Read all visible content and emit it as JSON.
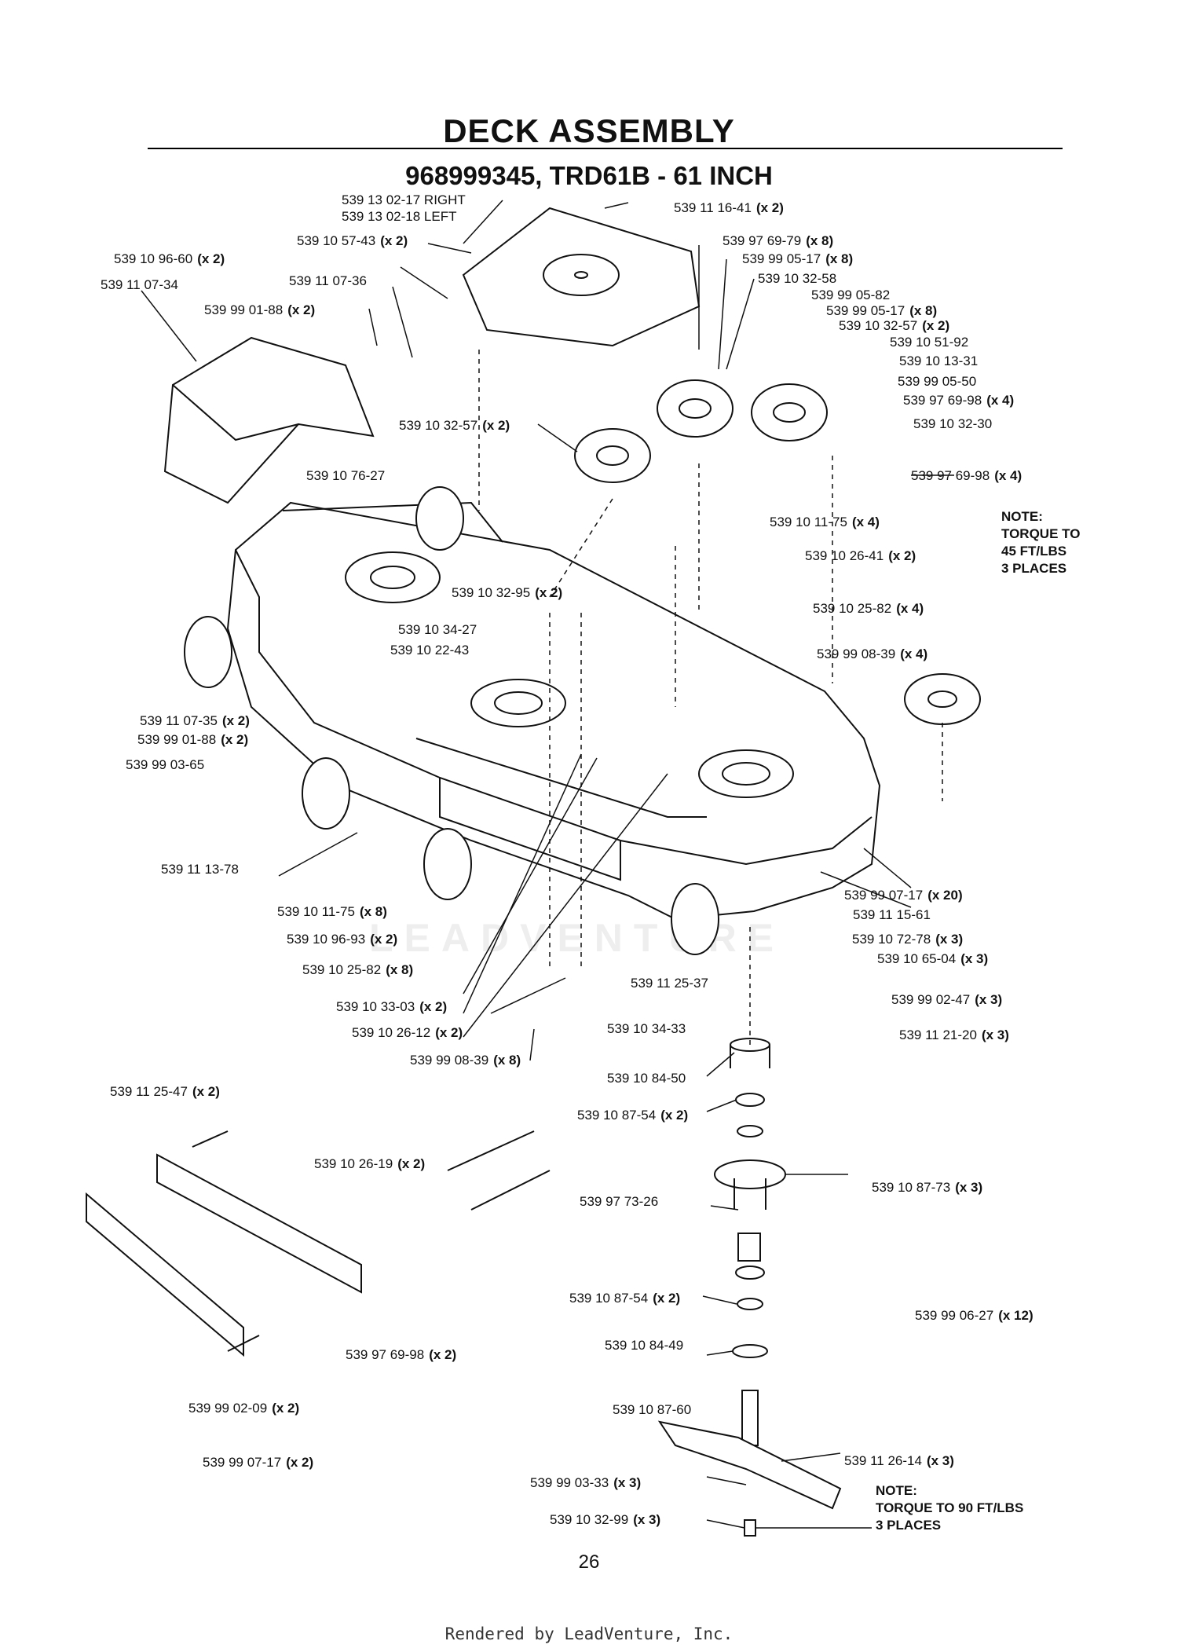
{
  "title": "DECK ASSEMBLY",
  "subtitle": "968999345, TRD61B - 61 INCH",
  "page_number": "26",
  "footer": "Rendered by LeadVenture, Inc.",
  "watermark": "LEADVENTURE",
  "notes": [
    {
      "lines": [
        "NOTE:",
        "TORQUE TO",
        "45 FT/LBS",
        "3 PLACES"
      ]
    },
    {
      "lines": [
        "NOTE:",
        "TORQUE TO 90 FT/LBS",
        "3 PLACES"
      ]
    }
  ],
  "callouts": [
    {
      "part": "539 13 02-17 RIGHT",
      "qty": ""
    },
    {
      "part": "539 13 02-18 LEFT",
      "qty": ""
    },
    {
      "part": "539 11 16-41",
      "qty": "(x 2)"
    },
    {
      "part": "539 10 57-43",
      "qty": "(x 2)"
    },
    {
      "part": "539 97 69-79",
      "qty": "(x 8)"
    },
    {
      "part": "539 10 96-60",
      "qty": "(x 2)"
    },
    {
      "part": "539 99 05-17",
      "qty": "(x 8)"
    },
    {
      "part": "539 11 07-34",
      "qty": ""
    },
    {
      "part": "539 11 07-36",
      "qty": ""
    },
    {
      "part": "539 10 32-58",
      "qty": ""
    },
    {
      "part": "539 99 05-82",
      "qty": ""
    },
    {
      "part": "539 99 01-88",
      "qty": "(x 2)"
    },
    {
      "part": "539 99 05-17",
      "qty": "(x 8)"
    },
    {
      "part": "539 10 32-57",
      "qty": "(x 2)"
    },
    {
      "part": "539 10 51-92",
      "qty": ""
    },
    {
      "part": "539 10 13-31",
      "qty": ""
    },
    {
      "part": "539 99 05-50",
      "qty": ""
    },
    {
      "part": "539 97 69-98",
      "qty": "(x 4)"
    },
    {
      "part": "539 10 32-57",
      "qty": "(x 2)"
    },
    {
      "part": "539 10 32-30",
      "qty": ""
    },
    {
      "part": "539 97 69-98",
      "qty": "(x 4)"
    },
    {
      "part": "539 10 76-27",
      "qty": ""
    },
    {
      "part": "539 10 11-75",
      "qty": "(x 4)"
    },
    {
      "part": "539 10 26-41",
      "qty": "(x 2)"
    },
    {
      "part": "539 10 32-95",
      "qty": "(x 2)"
    },
    {
      "part": "539 10 25-82",
      "qty": "(x 4)"
    },
    {
      "part": "539 10 34-27",
      "qty": ""
    },
    {
      "part": "539 10 22-43",
      "qty": ""
    },
    {
      "part": "539 99 08-39",
      "qty": "(x 4)"
    },
    {
      "part": "539 11 07-35",
      "qty": "(x 2)"
    },
    {
      "part": "539 99 01-88",
      "qty": "(x 2)"
    },
    {
      "part": "539 99 03-65",
      "qty": ""
    },
    {
      "part": "539 11 13-78",
      "qty": ""
    },
    {
      "part": "539 99 07-17",
      "qty": "(x 20)"
    },
    {
      "part": "539 10 11-75",
      "qty": "(x 8)"
    },
    {
      "part": "539 11 15-61",
      "qty": ""
    },
    {
      "part": "539 10 96-93",
      "qty": "(x 2)"
    },
    {
      "part": "539 10 72-78",
      "qty": "(x 3)"
    },
    {
      "part": "539 10 65-04",
      "qty": "(x 3)"
    },
    {
      "part": "539 10 25-82",
      "qty": "(x 8)"
    },
    {
      "part": "539 11 25-37",
      "qty": ""
    },
    {
      "part": "539 99 02-47",
      "qty": "(x 3)"
    },
    {
      "part": "539 10 33-03",
      "qty": "(x 2)"
    },
    {
      "part": "539 10 26-12",
      "qty": "(x 2)"
    },
    {
      "part": "539 10 34-33",
      "qty": ""
    },
    {
      "part": "539 11 21-20",
      "qty": "(x 3)"
    },
    {
      "part": "539 99 08-39",
      "qty": "(x 8)"
    },
    {
      "part": "539 10 84-50",
      "qty": ""
    },
    {
      "part": "539 11 25-47",
      "qty": "(x 2)"
    },
    {
      "part": "539 10 87-54",
      "qty": "(x 2)"
    },
    {
      "part": "539 10 26-19",
      "qty": "(x 2)"
    },
    {
      "part": "539 10 87-73",
      "qty": "(x 3)"
    },
    {
      "part": "539 97 73-26",
      "qty": ""
    },
    {
      "part": "539 10 87-54",
      "qty": "(x 2)"
    },
    {
      "part": "539 99 06-27",
      "qty": "(x 12)"
    },
    {
      "part": "539 10 84-49",
      "qty": ""
    },
    {
      "part": "539 97 69-98",
      "qty": "(x 2)"
    },
    {
      "part": "539 99 02-09",
      "qty": "(x 2)"
    },
    {
      "part": "539 10 87-60",
      "qty": ""
    },
    {
      "part": "539 99 07-17",
      "qty": "(x 2)"
    },
    {
      "part": "539 11 26-14",
      "qty": "(x 3)"
    },
    {
      "part": "539 99 03-33",
      "qty": "(x 3)"
    },
    {
      "part": "539 10 32-99",
      "qty": "(x 3)"
    }
  ]
}
